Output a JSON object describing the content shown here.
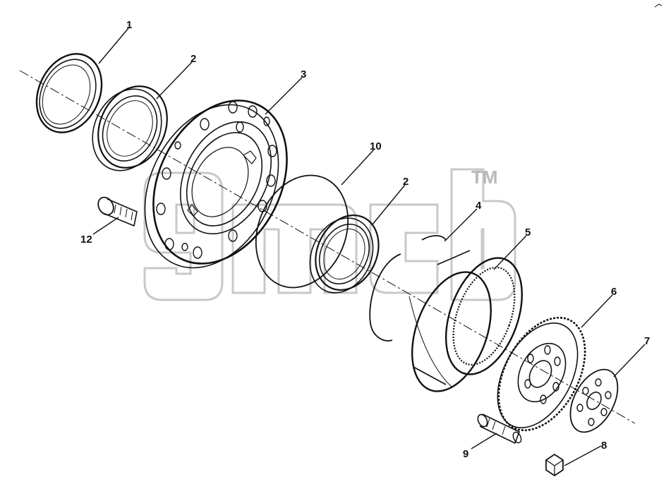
{
  "watermark": {
    "letters": "gmcb",
    "trademark": "TM",
    "color": "#c8c8c8"
  },
  "callouts": [
    {
      "id": "1",
      "label": "1"
    },
    {
      "id": "2a",
      "label": "2"
    },
    {
      "id": "3",
      "label": "3"
    },
    {
      "id": "10",
      "label": "10"
    },
    {
      "id": "2b",
      "label": "2"
    },
    {
      "id": "4",
      "label": "4"
    },
    {
      "id": "5",
      "label": "5"
    },
    {
      "id": "6",
      "label": "6"
    },
    {
      "id": "7",
      "label": "7"
    },
    {
      "id": "12",
      "label": "12"
    },
    {
      "id": "9",
      "label": "9"
    },
    {
      "id": "8",
      "label": "8"
    }
  ],
  "parts": [
    {
      "callout": "1",
      "name": "seal-ring"
    },
    {
      "callout": "2",
      "name": "bearing"
    },
    {
      "callout": "3",
      "name": "wheel-hub"
    },
    {
      "callout": "10",
      "name": "o-ring"
    },
    {
      "callout": "4",
      "name": "snap-ring"
    },
    {
      "callout": "5",
      "name": "ring-gear"
    },
    {
      "callout": "6",
      "name": "planet-carrier-gear"
    },
    {
      "callout": "7",
      "name": "thrust-plate"
    },
    {
      "callout": "8",
      "name": "nut"
    },
    {
      "callout": "9",
      "name": "stud"
    },
    {
      "callout": "12",
      "name": "bolt"
    }
  ],
  "colors": {
    "line": "#111111",
    "background": "#ffffff"
  }
}
